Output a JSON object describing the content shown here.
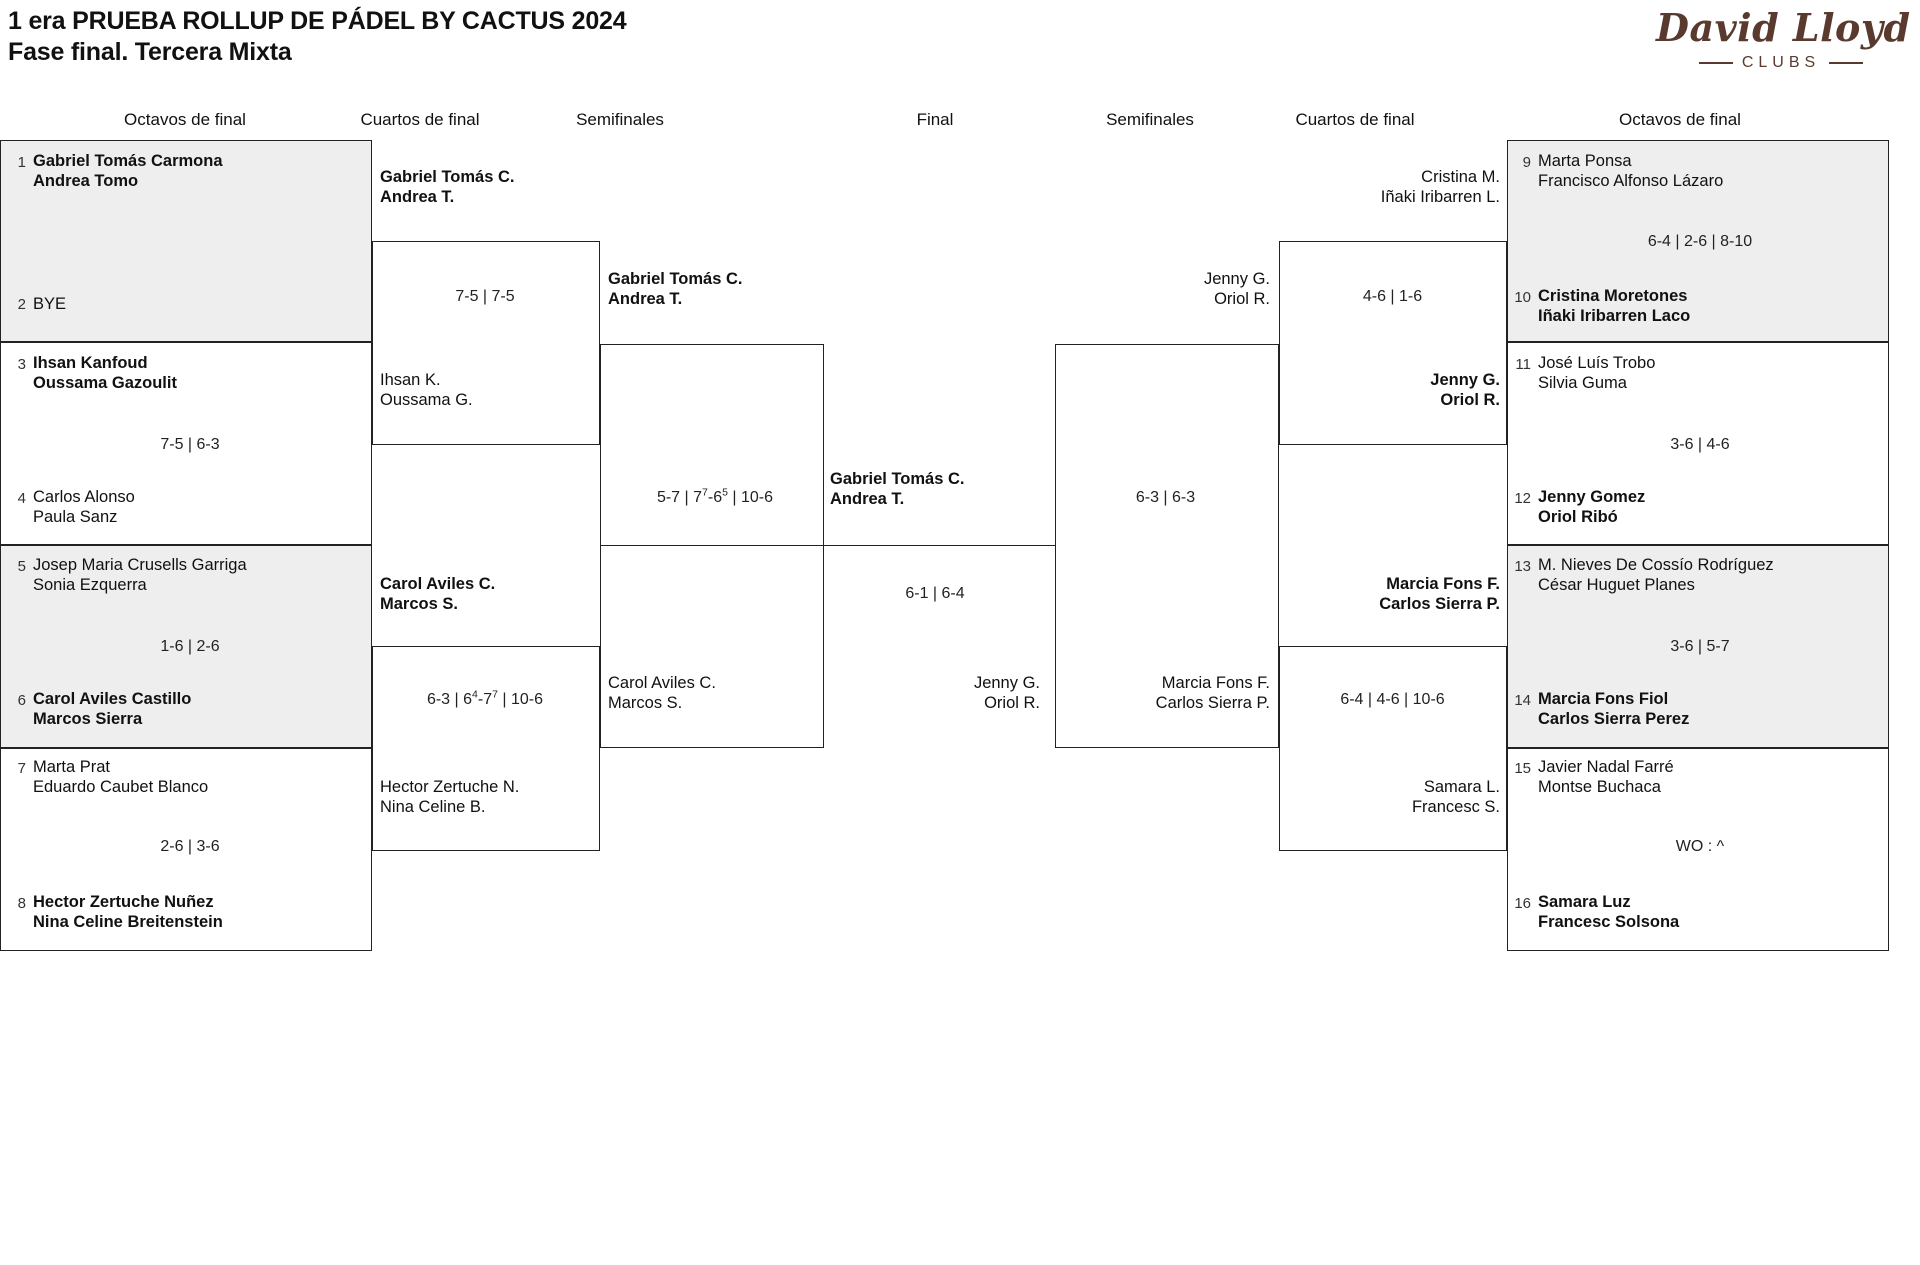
{
  "header": {
    "title_line1": "1 era PRUEBA ROLLUP DE PÁDEL BY CACTUS 2024",
    "title_line2": "Fase final. Tercera Mixta",
    "logo_script": "David Lloyd",
    "logo_sub": "CLUBS",
    "logo_color": "#5a3a2e"
  },
  "round_headers": {
    "left_r16": "Octavos de final",
    "left_qf": "Cuartos de final",
    "left_sf": "Semifinales",
    "final": "Final",
    "right_sf": "Semifinales",
    "right_qf": "Cuartos de final",
    "right_r16": "Octavos de final"
  },
  "bracket": {
    "left_r16": [
      {
        "seed": "1",
        "players": [
          "Gabriel Tomás Carmona",
          "Andrea Tomo"
        ],
        "winner": true,
        "shaded": true
      },
      {
        "seed": "2",
        "players": [
          "BYE"
        ],
        "winner": false,
        "shaded": true,
        "single": true
      },
      {
        "seed": "3",
        "players": [
          "Ihsan Kanfoud",
          "Oussama Gazoulit"
        ],
        "winner": true,
        "shaded": false
      },
      {
        "seed": "4",
        "players": [
          "Carlos Alonso",
          "Paula Sanz"
        ],
        "winner": false,
        "shaded": false
      },
      {
        "seed": "5",
        "players": [
          "Josep Maria Crusells Garriga",
          "Sonia Ezquerra"
        ],
        "winner": false,
        "shaded": true
      },
      {
        "seed": "6",
        "players": [
          "Carol Aviles Castillo",
          "Marcos Sierra"
        ],
        "winner": true,
        "shaded": true
      },
      {
        "seed": "7",
        "players": [
          "Marta Prat",
          "Eduardo Caubet Blanco"
        ],
        "winner": false,
        "shaded": false
      },
      {
        "seed": "8",
        "players": [
          "Hector Zertuche Nuñez",
          "Nina Celine Breitenstein"
        ],
        "winner": true,
        "shaded": false
      }
    ],
    "left_r16_scores": [
      "",
      "7-5 | 6-3",
      "1-6 | 2-6",
      "2-6 | 3-6"
    ],
    "left_qf": [
      {
        "players": [
          "Gabriel Tomás C.",
          "Andrea T."
        ],
        "winner": true
      },
      {
        "players": [
          "Ihsan K.",
          "Oussama G."
        ],
        "winner": false
      },
      {
        "players": [
          "Carol Aviles C.",
          "Marcos S."
        ],
        "winner": true
      },
      {
        "players": [
          "Hector Zertuche N.",
          "Nina Celine B."
        ],
        "winner": false
      }
    ],
    "left_qf_scores": [
      {
        "sets": [
          {
            "a": "7-5"
          },
          {
            "a": "7-5"
          }
        ]
      },
      {
        "sets": [
          {
            "a": "6-3"
          },
          {
            "a": "6",
            "asup": "4",
            "b": "7",
            "bsup": "7"
          },
          {
            "a": "10-6"
          }
        ]
      }
    ],
    "left_sf": [
      {
        "players": [
          "Gabriel Tomás C.",
          "Andrea T."
        ],
        "winner": true
      },
      {
        "players": [
          "Carol Aviles C.",
          "Marcos S."
        ],
        "winner": false
      }
    ],
    "left_sf_score": {
      "sets": [
        {
          "a": "5-7"
        },
        {
          "a": "7",
          "asup": "7",
          "b": "6",
          "bsup": "5"
        },
        {
          "a": "10-6"
        }
      ]
    },
    "final": {
      "left_team": {
        "players": [
          "Gabriel Tomás C.",
          "Andrea T."
        ],
        "winner": true
      },
      "right_team": {
        "players": [
          "Jenny G.",
          "Oriol R."
        ],
        "winner": false
      },
      "score": "6-1 | 6-4"
    },
    "right_sf": [
      {
        "players": [
          "Jenny G.",
          "Oriol R."
        ],
        "winner": true
      },
      {
        "players": [
          "Marcia Fons F.",
          "Carlos Sierra P."
        ],
        "winner": false
      }
    ],
    "right_sf_score": "6-3 | 6-3",
    "right_qf": [
      {
        "players": [
          "Cristina M.",
          "Iñaki Iribarren L."
        ],
        "winner": false
      },
      {
        "players": [
          "Jenny G.",
          "Oriol R."
        ],
        "winner": true
      },
      {
        "players": [
          "Marcia Fons F.",
          "Carlos Sierra P."
        ],
        "winner": true
      },
      {
        "players": [
          "Samara L.",
          "Francesc S."
        ],
        "winner": false
      }
    ],
    "right_qf_scores": [
      "4-6 | 1-6",
      "6-4 | 4-6 | 10-6"
    ],
    "right_r16": [
      {
        "seed": "9",
        "players": [
          "Marta Ponsa",
          "Francisco Alfonso Lázaro"
        ],
        "winner": false,
        "shaded": true
      },
      {
        "seed": "10",
        "players": [
          "Cristina Moretones",
          "Iñaki Iribarren Laco"
        ],
        "winner": true,
        "shaded": true
      },
      {
        "seed": "11",
        "players": [
          "José Luís Trobo",
          "Silvia Guma"
        ],
        "winner": false,
        "shaded": false
      },
      {
        "seed": "12",
        "players": [
          "Jenny Gomez",
          "Oriol Ribó"
        ],
        "winner": true,
        "shaded": false
      },
      {
        "seed": "13",
        "players": [
          "M. Nieves De Cossío Rodríguez",
          "César Huguet Planes"
        ],
        "winner": false,
        "shaded": true
      },
      {
        "seed": "14",
        "players": [
          "Marcia Fons Fiol",
          "Carlos Sierra Perez"
        ],
        "winner": true,
        "shaded": true
      },
      {
        "seed": "15",
        "players": [
          "Javier Nadal Farré",
          "Montse Buchaca"
        ],
        "winner": false,
        "shaded": false
      },
      {
        "seed": "16",
        "players": [
          "Samara Luz",
          "Francesc Solsona"
        ],
        "winner": true,
        "shaded": false
      }
    ],
    "right_r16_scores": [
      "6-4 | 2-6 | 8-10",
      "3-6 | 4-6",
      "3-6 | 5-7",
      "WO : ^"
    ]
  }
}
